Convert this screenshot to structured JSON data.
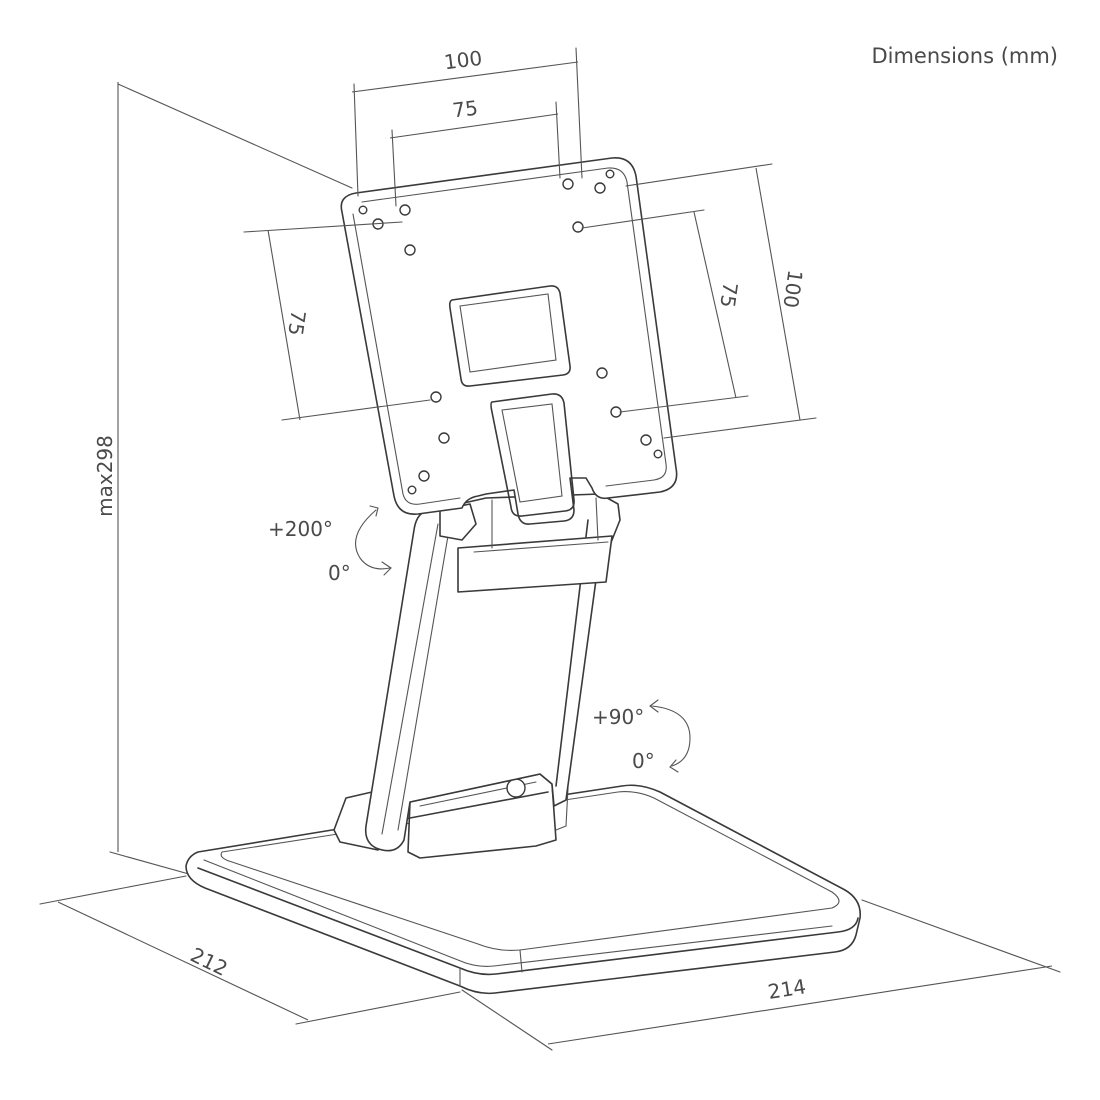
{
  "diagram": {
    "title": "Dimensions (mm)",
    "labels": {
      "top_outer_width": "100",
      "top_inner_width": "75",
      "left_inner_height": "75",
      "right_inner_height": "75",
      "right_outer_height": "100",
      "max_height": "max298",
      "tilt_max": "+200°",
      "tilt_min": "0°",
      "swivel_max": "+90°",
      "swivel_min": "0°",
      "base_depth": "212",
      "base_width": "214"
    },
    "colors": {
      "line": "#3a3a3a",
      "text": "#4a4a4a",
      "background": "#ffffff"
    }
  }
}
